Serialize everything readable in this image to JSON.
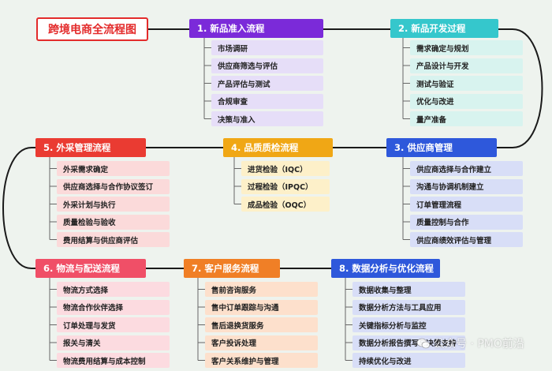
{
  "title": "跨境电商全流程图",
  "sections": [
    {
      "heading": "1. 新品准入流程",
      "items": [
        "市场调研",
        "供应商筛选与评估",
        "产品评估与测试",
        "合规审查",
        "决策与准入"
      ]
    },
    {
      "heading": "2. 新品开发过程",
      "items": [
        "需求确定与规划",
        "产品设计与开发",
        "测试与验证",
        "优化与改进",
        "量产准备"
      ]
    },
    {
      "heading": "3. 供应商管理",
      "items": [
        "供应商选择与合作建立",
        "沟通与协调机制建立",
        "订单管理流程",
        "质量控制与合作",
        "供应商绩效评估与管理"
      ]
    },
    {
      "heading": "4. 品质质检流程",
      "items": [
        "进货检验（IQC）",
        "过程检验（IPQC）",
        "成品检验（OQC）"
      ]
    },
    {
      "heading": "5. 外采管理流程",
      "items": [
        "外采需求确定",
        "供应商选择与合作协议签订",
        "外采计划与执行",
        "质量检验与验收",
        "费用结算与供应商评估"
      ]
    },
    {
      "heading": "6. 物流与配送流程",
      "items": [
        "物流方式选择",
        "物流合作伙伴选择",
        "订单处理与发货",
        "报关与清关",
        "物流费用结算与成本控制"
      ]
    },
    {
      "heading": "7. 客户服务流程",
      "items": [
        "售前咨询服务",
        "售中订单跟踪与沟通",
        "售后退换货服务",
        "客户投诉处理",
        "客户关系维护与管理"
      ]
    },
    {
      "heading": "8. 数据分析与优化流程",
      "items": [
        "数据收集与整理",
        "数据分析方法与工具应用",
        "关键指标分析与监控",
        "数据分析报告撰写与决策支持",
        "持续优化与改进"
      ]
    }
  ],
  "watermark": "公众号 · PMO前沿",
  "colors": {
    "title_border": "#e32b2b",
    "s1": "#7b2ad9",
    "s2": "#35c7cc",
    "s3": "#2e58db",
    "s4": "#f0a715",
    "s5": "#ea3b32",
    "s6": "#f04f67",
    "s7": "#f07f26",
    "s8": "#2e58db"
  }
}
